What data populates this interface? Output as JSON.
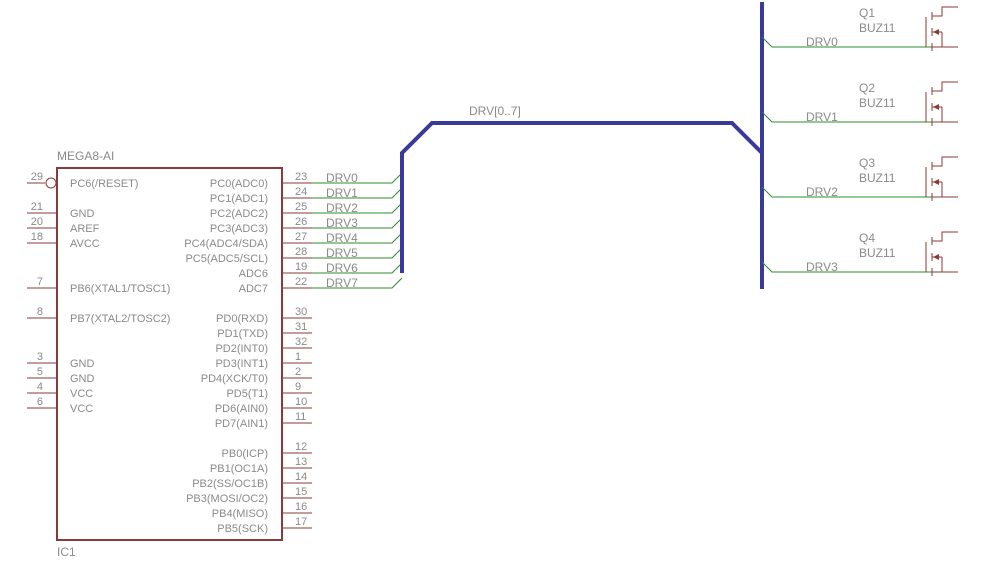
{
  "ic": {
    "name": "MEGA8-AI",
    "ref": "IC1",
    "left_pins": [
      {
        "num": "29",
        "label": "PC6(/RESET)",
        "inverted": true
      },
      {
        "num": "21",
        "label": "GND"
      },
      {
        "num": "20",
        "label": "AREF"
      },
      {
        "num": "18",
        "label": "AVCC"
      },
      {
        "num": "7",
        "label": "PB6(XTAL1/TOSC1)"
      },
      {
        "num": "8",
        "label": "PB7(XTAL2/TOSC2)"
      },
      {
        "num": "3",
        "label": "GND"
      },
      {
        "num": "5",
        "label": "GND"
      },
      {
        "num": "4",
        "label": "VCC"
      },
      {
        "num": "6",
        "label": "VCC"
      }
    ],
    "right_pins": [
      {
        "num": "23",
        "label": "PC0(ADC0)"
      },
      {
        "num": "24",
        "label": "PC1(ADC1)"
      },
      {
        "num": "25",
        "label": "PC2(ADC2)"
      },
      {
        "num": "26",
        "label": "PC3(ADC3)"
      },
      {
        "num": "27",
        "label": "PC4(ADC4/SDA)"
      },
      {
        "num": "28",
        "label": "PC5(ADC5/SCL)"
      },
      {
        "num": "19",
        "label": "ADC6"
      },
      {
        "num": "22",
        "label": "ADC7"
      },
      {
        "num": "30",
        "label": "PD0(RXD)"
      },
      {
        "num": "31",
        "label": "PD1(TXD)"
      },
      {
        "num": "32",
        "label": "PD2(INT0)"
      },
      {
        "num": "1",
        "label": "PD3(INT1)"
      },
      {
        "num": "2",
        "label": "PD4(XCK/T0)"
      },
      {
        "num": "9",
        "label": "PD5(T1)"
      },
      {
        "num": "10",
        "label": "PD6(AIN0)"
      },
      {
        "num": "11",
        "label": "PD7(AIN1)"
      },
      {
        "num": "12",
        "label": "PB0(ICP)"
      },
      {
        "num": "13",
        "label": "PB1(OC1A)"
      },
      {
        "num": "14",
        "label": "PB2(SS/OC1B)"
      },
      {
        "num": "15",
        "label": "PB3(MOSI/OC2)"
      },
      {
        "num": "16",
        "label": "PB4(MISO)"
      },
      {
        "num": "17",
        "label": "PB5(SCK)"
      }
    ]
  },
  "bus": {
    "name": "DRV[0..7]"
  },
  "left_nets": [
    "DRV0",
    "DRV1",
    "DRV2",
    "DRV3",
    "DRV4",
    "DRV5",
    "DRV6",
    "DRV7"
  ],
  "transistors": [
    {
      "ref": "Q1",
      "value": "BUZ11",
      "net": "DRV0"
    },
    {
      "ref": "Q2",
      "value": "BUZ11",
      "net": "DRV1"
    },
    {
      "ref": "Q3",
      "value": "BUZ11",
      "net": "DRV2"
    },
    {
      "ref": "Q4",
      "value": "BUZ11",
      "net": "DRV3"
    }
  ],
  "colors": {
    "part": "#8b3a3a",
    "net": "#2e8b2e",
    "bus": "#3a3a9a",
    "text": "#8a8a8a"
  }
}
